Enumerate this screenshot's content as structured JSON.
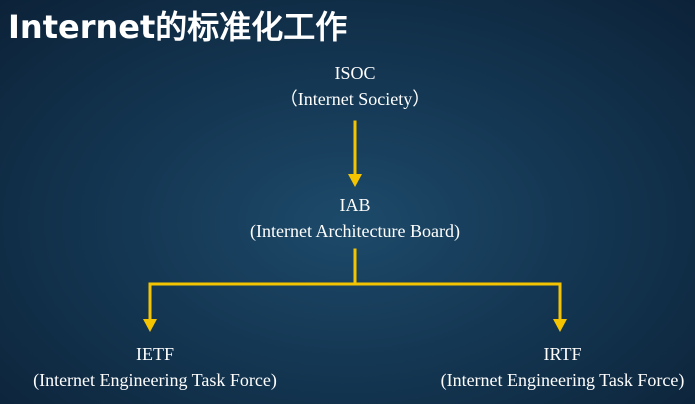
{
  "title": "Internet的标准化工作",
  "nodes": {
    "isoc": {
      "abbr": "ISOC",
      "full": "（Internet Society）"
    },
    "iab": {
      "abbr": "IAB",
      "full": "(Internet Architecture Board)"
    },
    "ietf": {
      "abbr": "IETF",
      "full": "(Internet Engineering Task Force)"
    },
    "irtf": {
      "abbr": "IRTF",
      "full": "(Internet Engineering Task Force)"
    }
  },
  "colors": {
    "connector": "#f5c400",
    "text": "#ffffff"
  }
}
